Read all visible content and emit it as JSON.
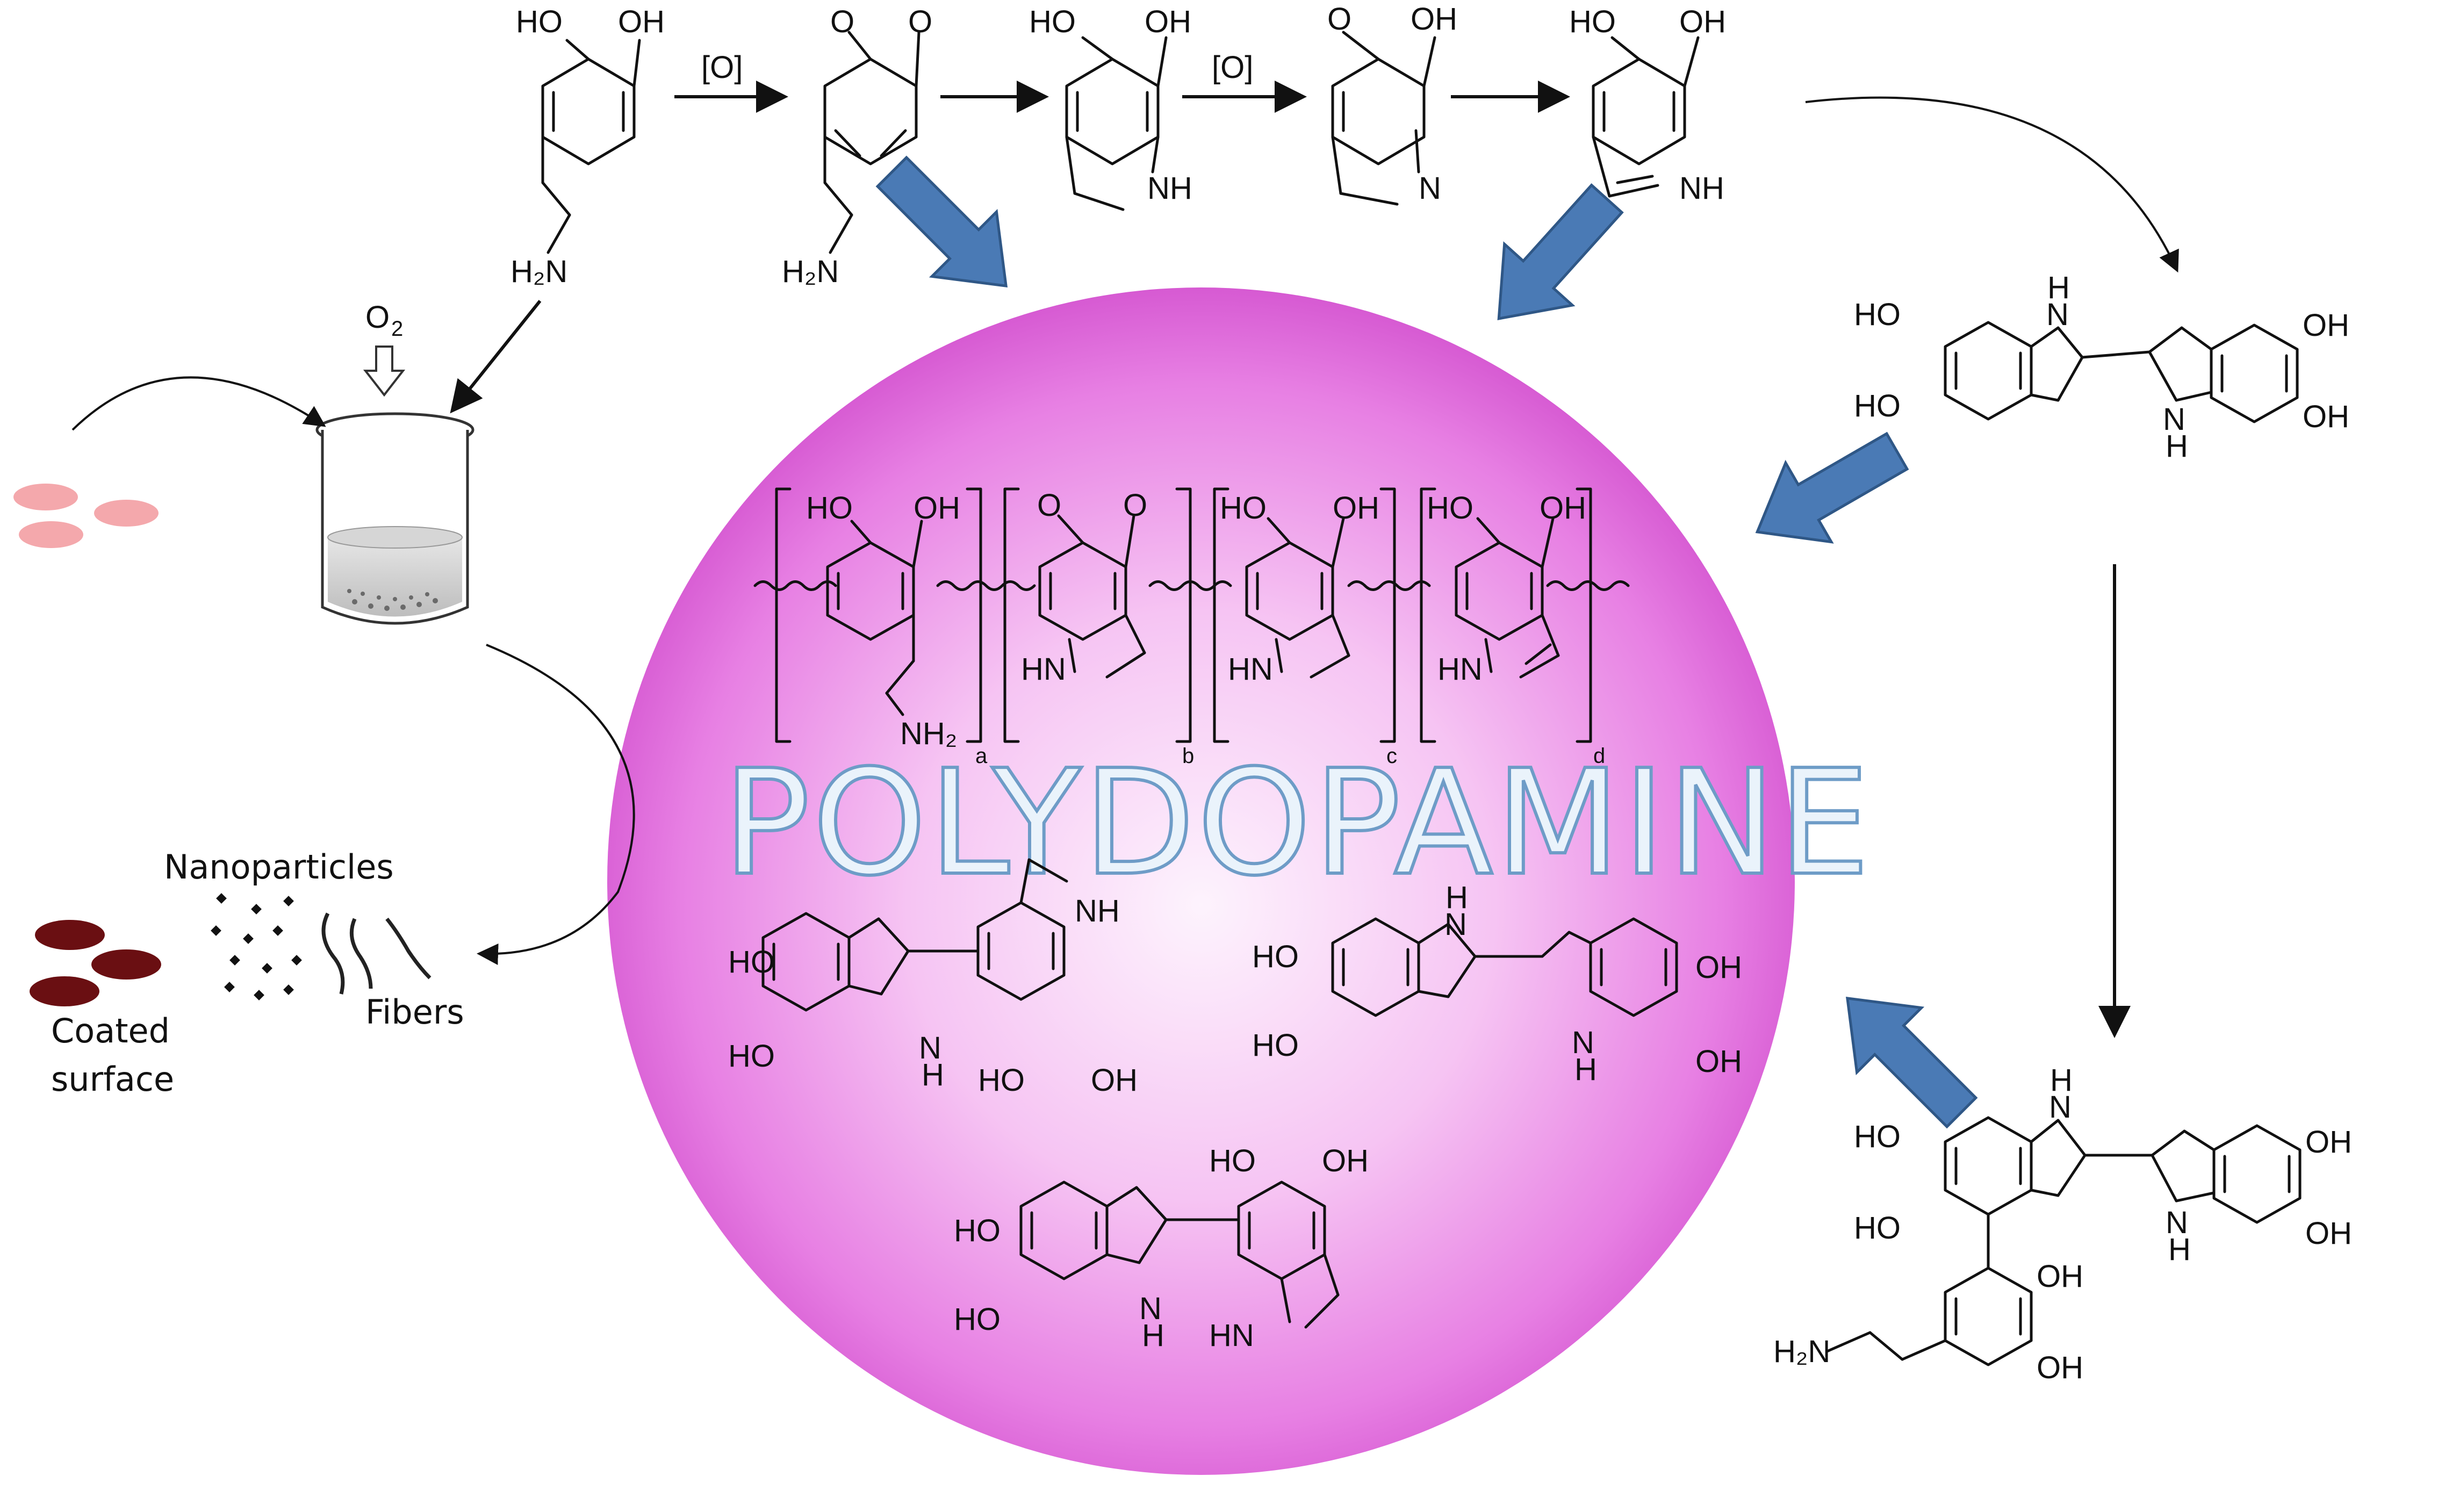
{
  "title": "POLYDOPAMINE",
  "colors": {
    "sphere_center": "#fdf3fd",
    "sphere_mid": "#f2a6ee",
    "sphere_edge": "#d64fd3",
    "block_arrow": "#4a7ab5",
    "block_arrow_edge": "#2f5786",
    "dot_pink": "#f4a8ac",
    "dot_brown": "#6a0f12",
    "title_fill": "#eaf3fb",
    "title_stroke": "#6e9cc7"
  },
  "labels": {
    "oxidation_1": "[O]",
    "oxidation_2": "[O]",
    "oxygen": "O",
    "oxygen_subscript": "2",
    "nanoparticles": "Nanoparticles",
    "fibers": "Fibers",
    "coated_line1": "Coated",
    "coated_line2": "surface"
  },
  "atoms": {
    "ho": "HO",
    "oh": "OH",
    "o": "O",
    "nh": "NH",
    "hn": "HN",
    "n": "N",
    "h": "H",
    "h2n": "H₂N",
    "nh2": "NH₂"
  },
  "polymer_subscripts": [
    "a",
    "b",
    "c",
    "d"
  ]
}
